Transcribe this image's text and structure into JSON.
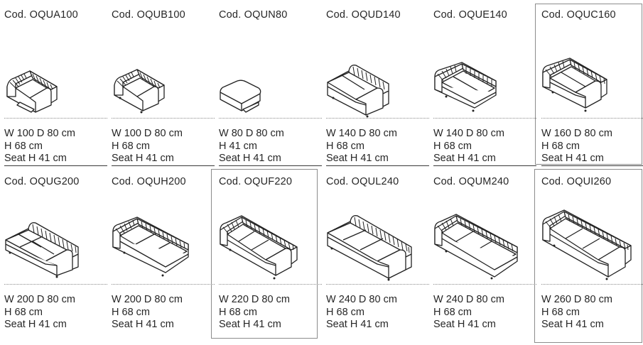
{
  "catalog": {
    "code_prefix": "Cod.",
    "items": [
      {
        "code": "Cod. OQUA100",
        "dims": "W 100 D 80 cm",
        "height": "H 68 cm",
        "seat": "Seat H 41 cm",
        "type": "armchair-left",
        "highlighted": false
      },
      {
        "code": "Cod. OQUB100",
        "dims": "W 100 D 80 cm",
        "height": "H 68 cm",
        "seat": "Seat H 41 cm",
        "type": "armchair-right",
        "highlighted": false
      },
      {
        "code": "Cod. OQUN80",
        "dims": "W 80 D 80 cm",
        "height": "H 41 cm",
        "seat": "Seat H 41 cm",
        "type": "pouf",
        "highlighted": false
      },
      {
        "code": "Cod. OQUD140",
        "dims": "W 140 D 80 cm",
        "height": "H 68 cm",
        "seat": "Seat H 41 cm",
        "type": "sofa-2-end-right",
        "highlighted": false
      },
      {
        "code": "Cod. OQUE140",
        "dims": "W 140 D 80 cm",
        "height": "H 68 cm",
        "seat": "Seat H 41 cm",
        "type": "sofa-2-corner-left",
        "highlighted": false
      },
      {
        "code": "Cod. OQUC160",
        "dims": "W 160 D 80 cm",
        "height": "H 68 cm",
        "seat": "Seat H 41 cm",
        "type": "sofa-2-full",
        "highlighted": true
      },
      {
        "code": "Cod. OQUG200",
        "dims": "W 200 D 80 cm",
        "height": "H 68 cm",
        "seat": "Seat H 41 cm",
        "type": "sofa-3-end-right",
        "highlighted": false
      },
      {
        "code": "Cod. OQUH200",
        "dims": "W 200 D 80 cm",
        "height": "H 68 cm",
        "seat": "Seat H 41 cm",
        "type": "sofa-3-corner-left",
        "highlighted": false
      },
      {
        "code": "Cod. OQUF220",
        "dims": "W 220 D 80 cm",
        "height": "H 68 cm",
        "seat": "Seat H 41 cm",
        "type": "sofa-3-full",
        "highlighted": true
      },
      {
        "code": "Cod. OQUL240",
        "dims": "W 240 D 80 cm",
        "height": "H 68 cm",
        "seat": "Seat H 41 cm",
        "type": "sofa-3-end-right",
        "highlighted": false
      },
      {
        "code": "Cod. OQUM240",
        "dims": "W 240 D 80 cm",
        "height": "H 68 cm",
        "seat": "Seat H 41 cm",
        "type": "sofa-3-corner-left",
        "highlighted": false
      },
      {
        "code": "Cod. OQUI260",
        "dims": "W 260 D 80 cm",
        "height": "H 68 cm",
        "seat": "Seat H 41 cm",
        "type": "sofa-3-full",
        "highlighted": true
      }
    ]
  },
  "colors": {
    "text": "#262626",
    "line": "#222222",
    "highlight_border": "#8c8c8c",
    "dotted_rule": "#8a8a8a"
  }
}
